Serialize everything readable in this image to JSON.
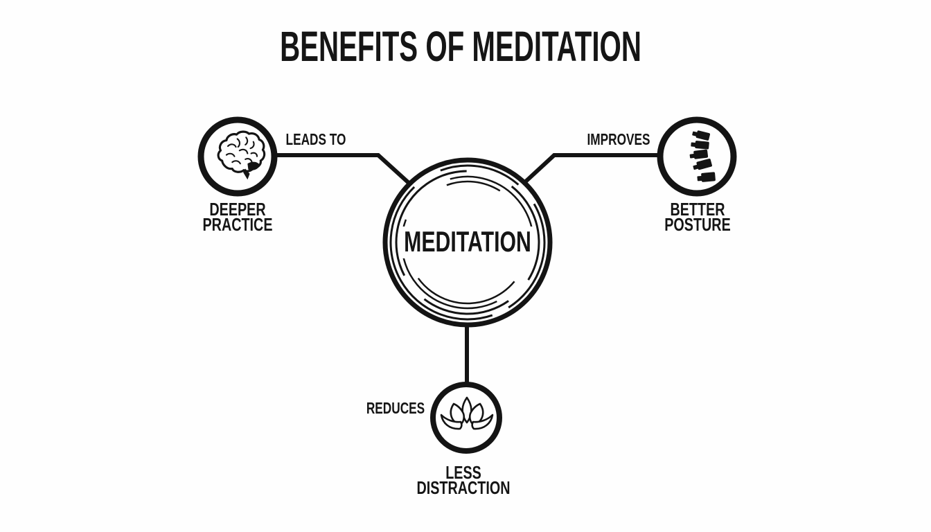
{
  "title": "BENEFITS OF MEDITATION",
  "center": {
    "label": "MEDITATION"
  },
  "nodes": [
    {
      "id": "deeper-practice",
      "position": "left",
      "icon": "brain-icon",
      "connector_label": "LEADS TO",
      "label": "DEEPER\nPRACTICE"
    },
    {
      "id": "better-posture",
      "position": "right",
      "icon": "spine-icon",
      "connector_label": "IMPROVES",
      "label": "BETTER\nPOSTURE"
    },
    {
      "id": "less-distraction",
      "position": "bottom",
      "icon": "lotus-icon",
      "connector_label": "REDUCES",
      "label": "LESS\nDISTRACTION"
    }
  ],
  "colors": {
    "ink": "#141414",
    "background": "#fefefe"
  }
}
